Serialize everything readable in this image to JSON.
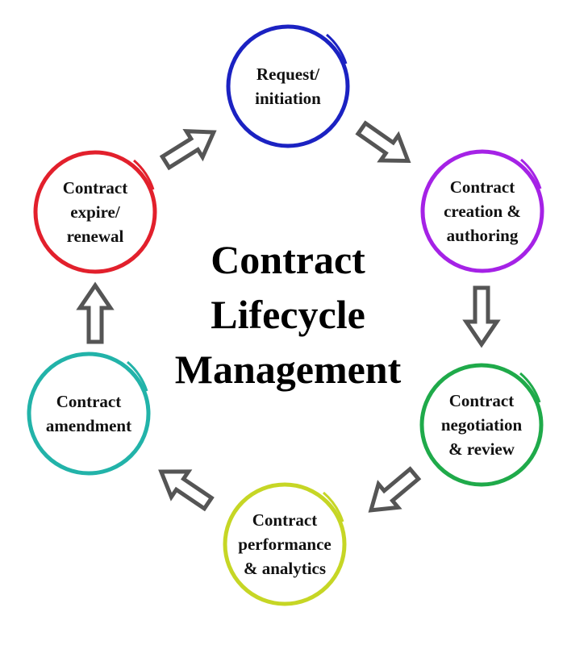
{
  "title": [
    "Contract",
    "Lifecycle",
    "Management"
  ],
  "stages": [
    {
      "lines": [
        "Request/",
        "initiation"
      ],
      "color": "#1b22c2"
    },
    {
      "lines": [
        "Contract",
        "creation &",
        "authoring"
      ],
      "color": "#a522e6"
    },
    {
      "lines": [
        "Contract",
        "negotiation",
        "& review"
      ],
      "color": "#1faa4a"
    },
    {
      "lines": [
        "Contract",
        "performance",
        "& analytics"
      ],
      "color": "#c6d625"
    },
    {
      "lines": [
        "Contract",
        "amendment"
      ],
      "color": "#22b3a9"
    },
    {
      "lines": [
        "Contract",
        "expire/",
        "renewal"
      ],
      "color": "#e2202c"
    }
  ],
  "arrow_color": "#555555"
}
